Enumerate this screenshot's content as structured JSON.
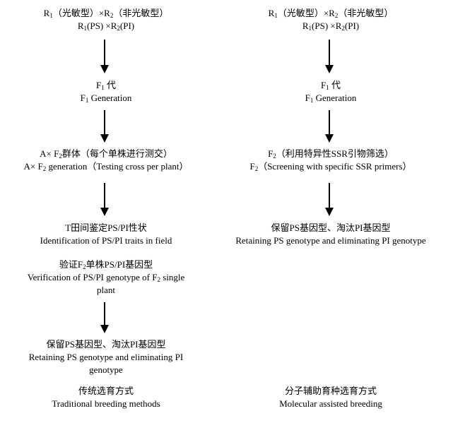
{
  "left_column": {
    "cross_cn_prefix": "R",
    "cross_cn_sub1": "1",
    "cross_cn_mid": "（光敏型）×R",
    "cross_cn_sub2": "2",
    "cross_cn_suffix": "（非光敏型）",
    "cross_en_prefix": "R",
    "cross_en_sub1": "1",
    "cross_en_mid": "(PS) ×R",
    "cross_en_sub2": "2",
    "cross_en_suffix": "(PI)",
    "f1_cn_prefix": "F",
    "f1_cn_sub": "1",
    "f1_cn_suffix": " 代",
    "f1_en_prefix": "F",
    "f1_en_sub": "1",
    "f1_en_suffix": " Generation",
    "f2_cn_prefix": "A× F",
    "f2_cn_sub": "2",
    "f2_cn_suffix": "群体（每个单株进行测交）",
    "f2_en_prefix": "A× F",
    "f2_en_sub": "2",
    "f2_en_suffix": " generation（Testing cross per plant）",
    "field_cn": "T田间鉴定PS/PI性状",
    "field_en": "Identification of PS/PI traits in field",
    "verify_cn_prefix": "验证F",
    "verify_cn_sub": "2",
    "verify_cn_suffix": "单株PS/PI基因型",
    "verify_en_line1_prefix": "Verification of PS/PI genotype of F",
    "verify_en_line1_sub": "2",
    "verify_en_line1_suffix": " single",
    "verify_en_line2": "plant",
    "retain_cn": "保留PS基因型、淘汰PI基因型",
    "retain_en_line1": "Retaining PS genotype and eliminating PI",
    "retain_en_line2": "genotype",
    "method_cn": "传统选育方式",
    "method_en": "Traditional breeding methods"
  },
  "right_column": {
    "cross_cn_prefix": "R",
    "cross_cn_sub1": "1",
    "cross_cn_mid": "（光敏型）×R",
    "cross_cn_sub2": "2",
    "cross_cn_suffix": "（非光敏型）",
    "cross_en_prefix": "R",
    "cross_en_sub1": "1",
    "cross_en_mid": "(PS) ×R",
    "cross_en_sub2": "2",
    "cross_en_suffix": "(PI)",
    "f1_cn_prefix": "F",
    "f1_cn_sub": "1",
    "f1_cn_suffix": " 代",
    "f1_en_prefix": "F",
    "f1_en_sub": "1",
    "f1_en_suffix": " Generation",
    "f2_cn_prefix": "F",
    "f2_cn_sub": "2",
    "f2_cn_suffix": "（利用特异性SSR引物筛选）",
    "f2_en_prefix": "F",
    "f2_en_sub": "2",
    "f2_en_suffix": "（Screening with specific SSR primers）",
    "retain_cn": "保留PS基因型、淘汰PI基因型",
    "retain_en": "Retaining PS genotype and eliminating PI genotype",
    "method_cn": "分子辅助育种选育方式",
    "method_en": "Molecular assisted breeding"
  }
}
